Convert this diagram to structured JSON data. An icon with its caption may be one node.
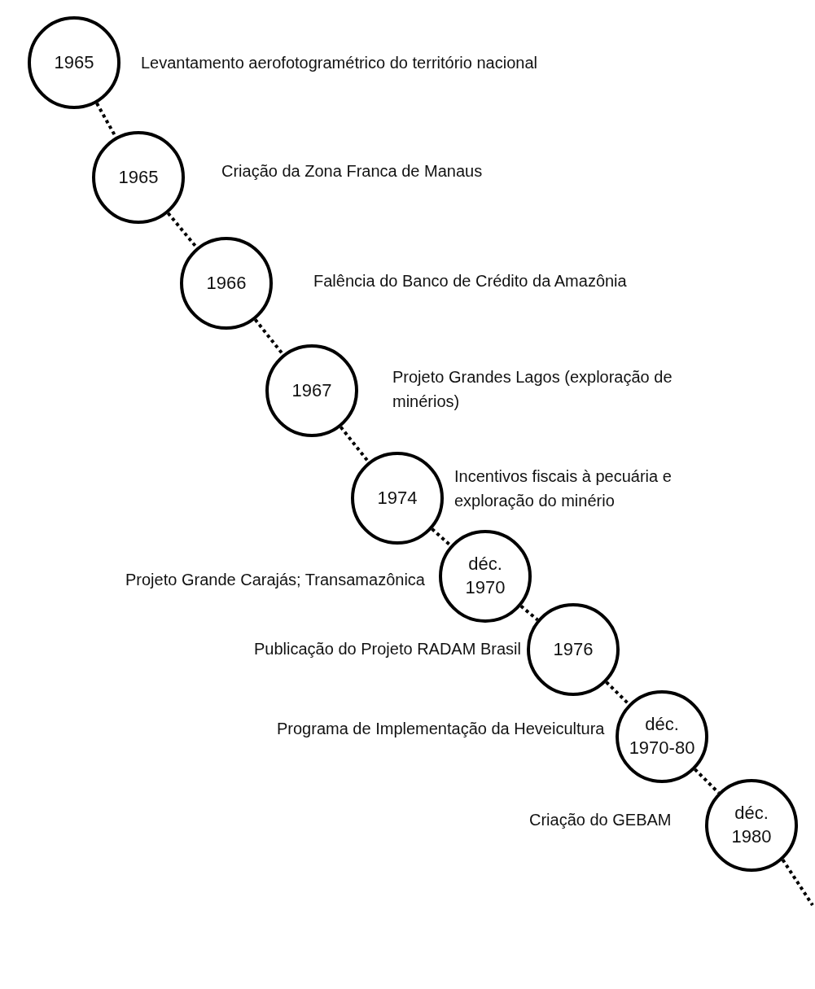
{
  "diagram": {
    "nodes": [
      {
        "text": [
          "1965"
        ],
        "beside": [
          "Levantamento aerofotogramétrico do território nacional"
        ]
      },
      {
        "text": [
          "1965"
        ],
        "beside": [
          "Criação da Zona Franca de Manaus"
        ]
      },
      {
        "text": [
          "1966"
        ],
        "beside": [
          "Falência do Banco de Crédito da Amazônia"
        ]
      },
      {
        "text": [
          "1967"
        ],
        "beside": [
          "Projeto Grandes Lagos (exploração de minérios)"
        ]
      },
      {
        "text": [
          "1974"
        ],
        "beside": [
          "Incentivos fiscais à pecuária e exploração do minério"
        ]
      },
      {
        "text": [
          "déc. 1970"
        ],
        "beside": [
          "Projeto Grande Carajás; Transamazônica"
        ]
      },
      {
        "text": [
          "1976"
        ],
        "beside": [
          "Publicação do Projeto RADAM Brasil"
        ]
      },
      {
        "text": [
          "déc. 1970-80"
        ],
        "beside": [
          "Programa de Implementação da Heveicultura"
        ]
      },
      {
        "text": [
          "déc. 1980"
        ],
        "beside": [
          "Criação do GEBAM"
        ]
      }
    ],
    "edges": [
      {
        "from": 0,
        "to": 1,
        "arrow": "none",
        "style": "dashed"
      },
      {
        "from": 1,
        "to": 2,
        "arrow": "none",
        "style": "dashed"
      },
      {
        "from": 2,
        "to": 3,
        "arrow": "none",
        "style": "dashed"
      },
      {
        "from": 3,
        "to": 4,
        "arrow": "none",
        "style": "dashed"
      },
      {
        "from": 4,
        "to": 5,
        "arrow": "none",
        "style": "dashed"
      },
      {
        "from": 5,
        "to": 6,
        "arrow": "none",
        "style": "dashed"
      },
      {
        "from": 6,
        "to": 7,
        "arrow": "none",
        "style": "dashed"
      },
      {
        "from": 7,
        "to": 8,
        "arrow": "none",
        "style": "dashed"
      },
      {
        "from": 8,
        "to": null,
        "arrow": "none",
        "style": "dashed"
      }
    ]
  }
}
